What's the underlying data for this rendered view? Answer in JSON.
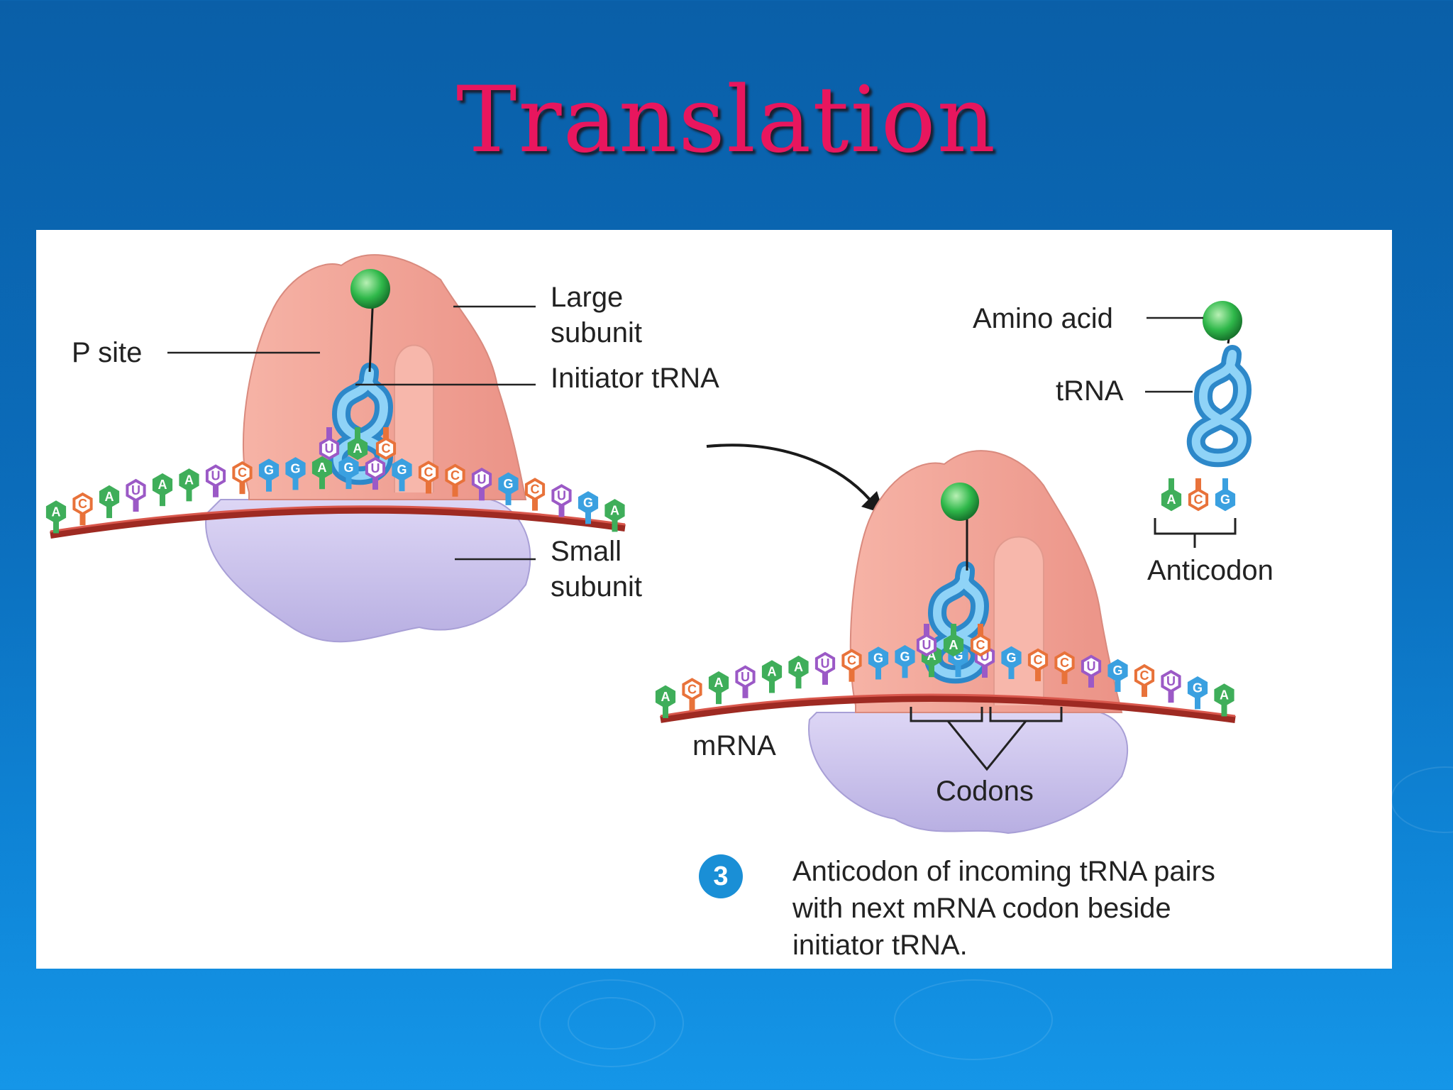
{
  "slide": {
    "title": "Translation"
  },
  "left_panel": {
    "labels": {
      "p_site": "P site",
      "large_subunit_1": "Large",
      "large_subunit_2": "subunit",
      "initiator_trna": "Initiator tRNA",
      "small_subunit_1": "Small",
      "small_subunit_2": "subunit"
    },
    "mrna_bases": [
      "A",
      "C",
      "A",
      "U",
      "A",
      "A",
      "U",
      "C",
      "G",
      "G",
      "A",
      "G",
      "U",
      "G",
      "C",
      "C",
      "U",
      "G",
      "C",
      "U",
      "G",
      "A"
    ],
    "anticodon_bases": [
      "U",
      "A",
      "C"
    ]
  },
  "right_panel": {
    "labels": {
      "amino_acid": "Amino acid",
      "trna": "tRNA",
      "anticodon": "Anticodon",
      "mrna": "mRNA",
      "codons": "Codons"
    },
    "free_trna_anticodon": [
      "A",
      "C",
      "G"
    ],
    "mrna_bases": [
      "A",
      "C",
      "A",
      "U",
      "A",
      "A",
      "U",
      "C",
      "G",
      "G",
      "A",
      "G",
      "U",
      "G",
      "C",
      "C",
      "U",
      "G",
      "C",
      "U",
      "G",
      "A"
    ],
    "anticodon_bases": [
      "U",
      "A",
      "C"
    ]
  },
  "caption": {
    "step_number": "3",
    "line1": "Anticodon of incoming tRNA pairs",
    "line2": "with next mRNA codon beside",
    "line3": "initiator tRNA."
  },
  "colors": {
    "title": "#e8165e",
    "A": "#3fae5a",
    "C": "#e8723a",
    "U": "#9b59c6",
    "G": "#3aa0e0",
    "large_subunit": "#f1a59a",
    "small_subunit": "#c9c2ea",
    "trna": "#4fb3ec",
    "mrna": "#b8322a",
    "amino_acid": "#2fb84a"
  }
}
